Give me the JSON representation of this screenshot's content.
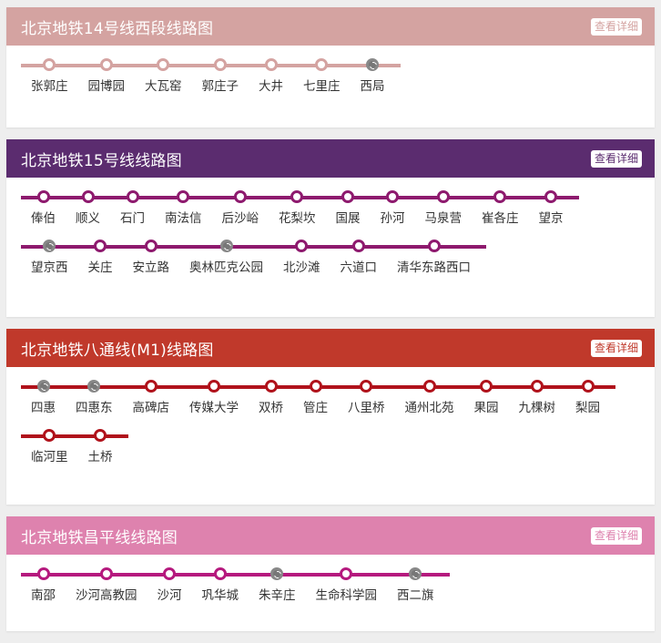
{
  "lines": [
    {
      "title": "北京地铁14号线西段线路图",
      "detail_label": "查看详细",
      "header_color": "#d4a3a1",
      "track_color": "#d4a3a1",
      "dot_color": "#d4a3a1",
      "btn_text_color": "#d4a3a1",
      "rows": [
        [
          {
            "name": "张郭庄",
            "transfer": false
          },
          {
            "name": "园博园",
            "transfer": false
          },
          {
            "name": "大瓦窑",
            "transfer": false
          },
          {
            "name": "郭庄子",
            "transfer": false
          },
          {
            "name": "大井",
            "transfer": false
          },
          {
            "name": "七里庄",
            "transfer": false
          },
          {
            "name": "西局",
            "transfer": true
          }
        ]
      ]
    },
    {
      "title": "北京地铁15号线线路图",
      "detail_label": "查看详细",
      "header_color": "#5b2c6f",
      "track_color": "#8e1a6e",
      "dot_color": "#8e1a6e",
      "btn_text_color": "#5b2c6f",
      "rows": [
        [
          {
            "name": "俸伯",
            "transfer": false
          },
          {
            "name": "顺义",
            "transfer": false
          },
          {
            "name": "石门",
            "transfer": false
          },
          {
            "name": "南法信",
            "transfer": false
          },
          {
            "name": "后沙峪",
            "transfer": false
          },
          {
            "name": "花梨坎",
            "transfer": false
          },
          {
            "name": "国展",
            "transfer": false
          },
          {
            "name": "孙河",
            "transfer": false
          },
          {
            "name": "马泉营",
            "transfer": false
          },
          {
            "name": "崔各庄",
            "transfer": false
          },
          {
            "name": "望京",
            "transfer": false
          }
        ],
        [
          {
            "name": "望京西",
            "transfer": true
          },
          {
            "name": "关庄",
            "transfer": false
          },
          {
            "name": "安立路",
            "transfer": false
          },
          {
            "name": "奥林匹克公园",
            "transfer": true
          },
          {
            "name": "北沙滩",
            "transfer": false
          },
          {
            "name": "六道口",
            "transfer": false
          },
          {
            "name": "清华东路西口",
            "transfer": false
          }
        ]
      ]
    },
    {
      "title": "北京地铁八通线(M1)线路图",
      "detail_label": "查看详细",
      "header_color": "#c0392b",
      "track_color": "#b0121b",
      "dot_color": "#b0121b",
      "btn_text_color": "#c0392b",
      "rows": [
        [
          {
            "name": "四惠",
            "transfer": true
          },
          {
            "name": "四惠东",
            "transfer": true
          },
          {
            "name": "高碑店",
            "transfer": false
          },
          {
            "name": "传媒大学",
            "transfer": false
          },
          {
            "name": "双桥",
            "transfer": false
          },
          {
            "name": "管庄",
            "transfer": false
          },
          {
            "name": "八里桥",
            "transfer": false
          },
          {
            "name": "通州北苑",
            "transfer": false
          },
          {
            "name": "果园",
            "transfer": false
          },
          {
            "name": "九棵树",
            "transfer": false
          },
          {
            "name": "梨园",
            "transfer": false
          }
        ],
        [
          {
            "name": "临河里",
            "transfer": false
          },
          {
            "name": "土桥",
            "transfer": false
          }
        ]
      ]
    },
    {
      "title": "北京地铁昌平线线路图",
      "detail_label": "查看详细",
      "header_color": "#de82ae",
      "track_color": "#b5197e",
      "dot_color": "#b5197e",
      "btn_text_color": "#de82ae",
      "rows": [
        [
          {
            "name": "南邵",
            "transfer": false
          },
          {
            "name": "沙河高教园",
            "transfer": false
          },
          {
            "name": "沙河",
            "transfer": false
          },
          {
            "name": "巩华城",
            "transfer": false
          },
          {
            "name": "朱辛庄",
            "transfer": true
          },
          {
            "name": "生命科学园",
            "transfer": false
          },
          {
            "name": "西二旗",
            "transfer": true
          }
        ]
      ]
    }
  ]
}
